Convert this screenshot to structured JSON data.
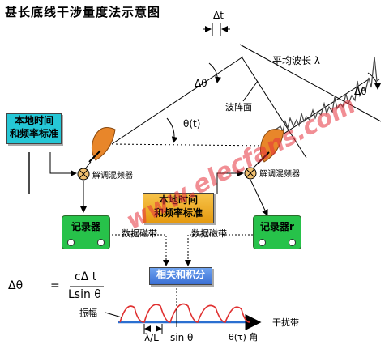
{
  "title": "甚长底线干涉量度法示意图",
  "labels": {
    "delta_t": "Δt",
    "avg_wavelength": "平均波长 λ",
    "delta_theta_left": "Δθ",
    "delta_theta_right": "Δθ",
    "wavefront": "波阵面",
    "theta_t": "θ(t)",
    "mixer_left": "解调混频器",
    "mixer_right": "解调混频器",
    "tape_left": "数据磁带",
    "tape_right": "数据磁带",
    "amplitude": "振幅",
    "fringe_band": "干扰带",
    "lambda_over_l": "λ/L",
    "sin_theta": "sin θ",
    "theta_tau_angle": "θ(τ) 角"
  },
  "boxes": {
    "local_std_left": "本地时间\n和频率标准",
    "local_std_right": "本地时间\n和频率标准",
    "recorder_left": "记录器",
    "recorder_right": "记录器r",
    "correlate": "相关和积分"
  },
  "formula": {
    "lhs": "Δθ",
    "eq": "=",
    "numerator": "cΔ t",
    "denominator": "Lsin θ"
  },
  "watermark": "www.elecfans.com",
  "colors": {
    "cyan_box": "#25c7d6",
    "orange_box": "#e59a10",
    "blue_box": "#3a6fd4",
    "recorder_green": "#27c24a",
    "dish_orange": "#e8862a",
    "fringe_red": "#e03030",
    "axis_blue": "#2a6fd0",
    "watermark_red": "#e6323c"
  },
  "icons": {
    "dish": "satellite-dish-icon",
    "mixer": "mixer-circle-x-icon"
  }
}
